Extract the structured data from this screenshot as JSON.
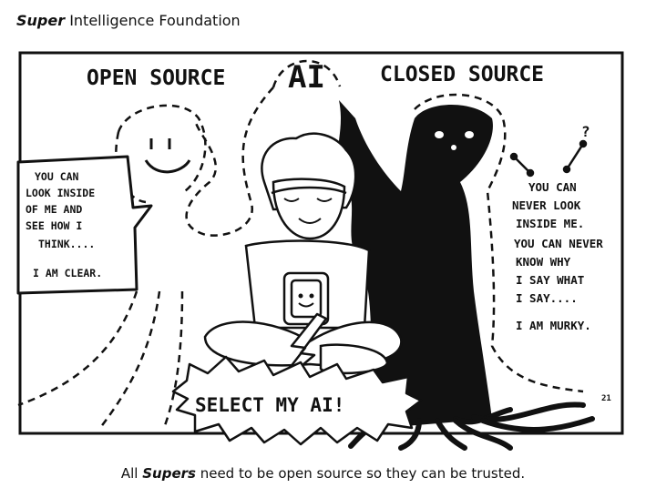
{
  "header": {
    "brand_bold": "Super",
    "brand_rest": " Intelligence Foundation"
  },
  "panel": {
    "left_title": "OPEN SOURCE",
    "center_title": "AI",
    "right_title": "CLOSED SOURCE",
    "left_bubble": [
      "YOU CAN",
      "LOOK INSIDE",
      "OF ME AND",
      "SEE HOW I",
      "THINK....",
      "I AM CLEAR."
    ],
    "right_bubble": [
      "YOU CAN",
      "NEVER LOOK",
      "INSIDE ME.",
      "YOU CAN NEVER",
      "KNOW WHY",
      "I SAY WHAT",
      "I SAY....",
      "I AM MURKY."
    ],
    "question_mark": "?",
    "burst_label": "SELECT MY AI!",
    "page_number": "21"
  },
  "caption": {
    "pre": "All ",
    "bold": "Supers",
    "post": " need to be open source so they can be trusted."
  },
  "colors": {
    "ink": "#111111",
    "paper": "#ffffff"
  }
}
